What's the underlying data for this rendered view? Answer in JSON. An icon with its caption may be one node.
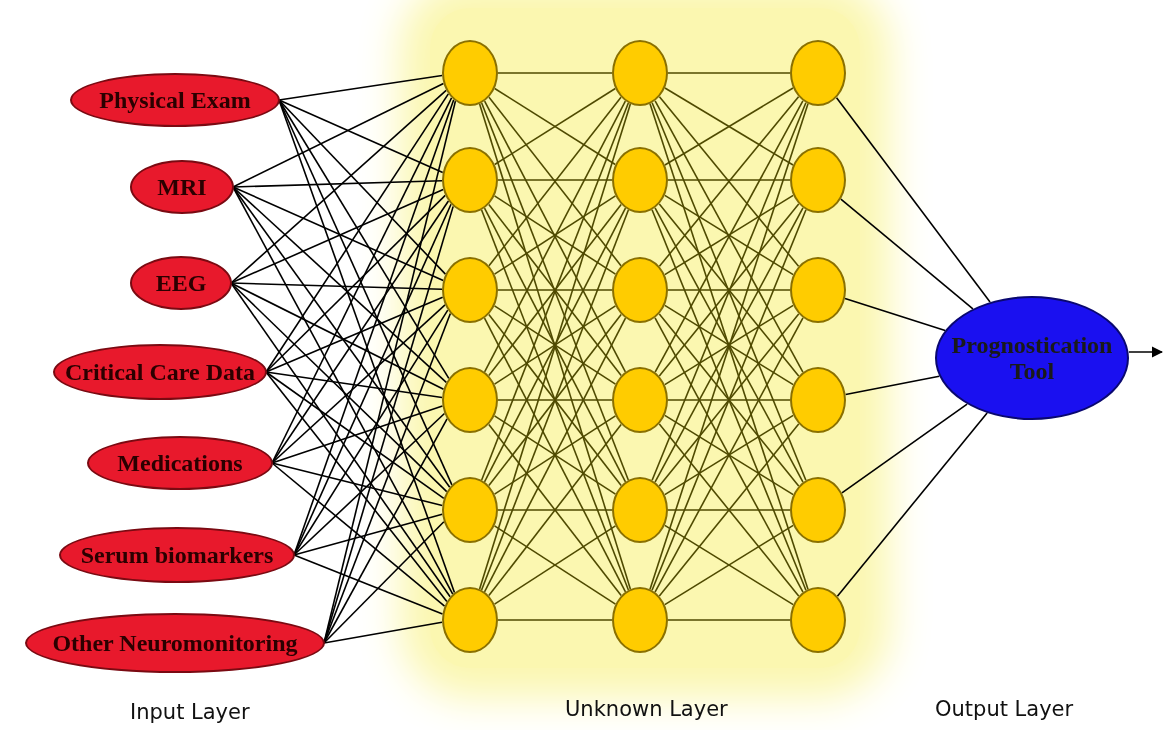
{
  "diagram": {
    "nodes": [
      {
        "text": [
          "Physical Exam"
        ]
      },
      {
        "text": [
          "MRI"
        ]
      },
      {
        "text": [
          "EEG"
        ]
      },
      {
        "text": [
          "Critical Care Data"
        ]
      },
      {
        "text": [
          "Medications"
        ]
      },
      {
        "text": [
          "Serum biomarkers"
        ]
      },
      {
        "text": [
          "Other Neuromonitoring"
        ]
      },
      {
        "text": [],
        "shape": "circle"
      },
      {
        "text": [],
        "shape": "circle"
      },
      {
        "text": [],
        "shape": "circle"
      },
      {
        "text": [],
        "shape": "circle"
      },
      {
        "text": [],
        "shape": "circle"
      },
      {
        "text": [],
        "shape": "circle"
      },
      {
        "text": [],
        "shape": "circle"
      },
      {
        "text": [],
        "shape": "circle"
      },
      {
        "text": [],
        "shape": "circle"
      },
      {
        "text": [],
        "shape": "circle"
      },
      {
        "text": [],
        "shape": "circle"
      },
      {
        "text": [],
        "shape": "circle"
      },
      {
        "text": [],
        "shape": "circle"
      },
      {
        "text": [],
        "shape": "circle"
      },
      {
        "text": [],
        "shape": "circle"
      },
      {
        "text": [],
        "shape": "circle"
      },
      {
        "text": [],
        "shape": "circle"
      },
      {
        "text": [],
        "shape": "circle"
      },
      {
        "text": [
          "Prognostication Tool"
        ]
      }
    ],
    "edges": [
      {
        "from": 0,
        "to": 7,
        "arrow": "none",
        "color": "#000000"
      },
      {
        "from": 0,
        "to": 8,
        "arrow": "none",
        "color": "#000000"
      },
      {
        "from": 0,
        "to": 9,
        "arrow": "none",
        "color": "#000000"
      },
      {
        "from": 0,
        "to": 10,
        "arrow": "none",
        "color": "#000000"
      },
      {
        "from": 0,
        "to": 11,
        "arrow": "none",
        "color": "#000000"
      },
      {
        "from": 0,
        "to": 12,
        "arrow": "none",
        "color": "#000000"
      },
      {
        "from": 1,
        "to": 7,
        "arrow": "none",
        "color": "#000000"
      },
      {
        "from": 1,
        "to": 8,
        "arrow": "none",
        "color": "#000000"
      },
      {
        "from": 1,
        "to": 9,
        "arrow": "none",
        "color": "#000000"
      },
      {
        "from": 1,
        "to": 10,
        "arrow": "none",
        "color": "#000000"
      },
      {
        "from": 1,
        "to": 11,
        "arrow": "none",
        "color": "#000000"
      },
      {
        "from": 1,
        "to": 12,
        "arrow": "none",
        "color": "#000000"
      },
      {
        "from": 2,
        "to": 7,
        "arrow": "none",
        "color": "#000000"
      },
      {
        "from": 2,
        "to": 8,
        "arrow": "none",
        "color": "#000000"
      },
      {
        "from": 2,
        "to": 9,
        "arrow": "none",
        "color": "#000000"
      },
      {
        "from": 2,
        "to": 10,
        "arrow": "none",
        "color": "#000000"
      },
      {
        "from": 2,
        "to": 11,
        "arrow": "none",
        "color": "#000000"
      },
      {
        "from": 2,
        "to": 12,
        "arrow": "none",
        "color": "#000000"
      },
      {
        "from": 3,
        "to": 7,
        "arrow": "none",
        "color": "#000000"
      },
      {
        "from": 3,
        "to": 8,
        "arrow": "none",
        "color": "#000000"
      },
      {
        "from": 3,
        "to": 9,
        "arrow": "none",
        "color": "#000000"
      },
      {
        "from": 3,
        "to": 10,
        "arrow": "none",
        "color": "#000000"
      },
      {
        "from": 3,
        "to": 11,
        "arrow": "none",
        "color": "#000000"
      },
      {
        "from": 3,
        "to": 12,
        "arrow": "none",
        "color": "#000000"
      },
      {
        "from": 4,
        "to": 7,
        "arrow": "none",
        "color": "#000000"
      },
      {
        "from": 4,
        "to": 8,
        "arrow": "none",
        "color": "#000000"
      },
      {
        "from": 4,
        "to": 9,
        "arrow": "none",
        "color": "#000000"
      },
      {
        "from": 4,
        "to": 10,
        "arrow": "none",
        "color": "#000000"
      },
      {
        "from": 4,
        "to": 11,
        "arrow": "none",
        "color": "#000000"
      },
      {
        "from": 4,
        "to": 12,
        "arrow": "none",
        "color": "#000000"
      },
      {
        "from": 5,
        "to": 7,
        "arrow": "none",
        "color": "#000000"
      },
      {
        "from": 5,
        "to": 8,
        "arrow": "none",
        "color": "#000000"
      },
      {
        "from": 5,
        "to": 9,
        "arrow": "none",
        "color": "#000000"
      },
      {
        "from": 5,
        "to": 10,
        "arrow": "none",
        "color": "#000000"
      },
      {
        "from": 5,
        "to": 11,
        "arrow": "none",
        "color": "#000000"
      },
      {
        "from": 5,
        "to": 12,
        "arrow": "none",
        "color": "#000000"
      },
      {
        "from": 6,
        "to": 7,
        "arrow": "none",
        "color": "#000000"
      },
      {
        "from": 6,
        "to": 8,
        "arrow": "none",
        "color": "#000000"
      },
      {
        "from": 6,
        "to": 9,
        "arrow": "none",
        "color": "#000000"
      },
      {
        "from": 6,
        "to": 10,
        "arrow": "none",
        "color": "#000000"
      },
      {
        "from": 6,
        "to": 11,
        "arrow": "none",
        "color": "#000000"
      },
      {
        "from": 6,
        "to": 12,
        "arrow": "none",
        "color": "#000000"
      },
      {
        "from": 7,
        "to": 13,
        "arrow": "none"
      },
      {
        "from": 7,
        "to": 14,
        "arrow": "none"
      },
      {
        "from": 7,
        "to": 15,
        "arrow": "none"
      },
      {
        "from": 7,
        "to": 16,
        "arrow": "none"
      },
      {
        "from": 7,
        "to": 17,
        "arrow": "none"
      },
      {
        "from": 7,
        "to": 18,
        "arrow": "none"
      },
      {
        "from": 8,
        "to": 13,
        "arrow": "none"
      },
      {
        "from": 8,
        "to": 14,
        "arrow": "none"
      },
      {
        "from": 8,
        "to": 15,
        "arrow": "none"
      },
      {
        "from": 8,
        "to": 16,
        "arrow": "none"
      },
      {
        "from": 8,
        "to": 17,
        "arrow": "none"
      },
      {
        "from": 8,
        "to": 18,
        "arrow": "none"
      },
      {
        "from": 9,
        "to": 13,
        "arrow": "none"
      },
      {
        "from": 9,
        "to": 14,
        "arrow": "none"
      },
      {
        "from": 9,
        "to": 15,
        "arrow": "none"
      },
      {
        "from": 9,
        "to": 16,
        "arrow": "none"
      },
      {
        "from": 9,
        "to": 17,
        "arrow": "none"
      },
      {
        "from": 9,
        "to": 18,
        "arrow": "none"
      },
      {
        "from": 10,
        "to": 13,
        "arrow": "none"
      },
      {
        "from": 10,
        "to": 14,
        "arrow": "none"
      },
      {
        "from": 10,
        "to": 15,
        "arrow": "none"
      },
      {
        "from": 10,
        "to": 16,
        "arrow": "none"
      },
      {
        "from": 10,
        "to": 17,
        "arrow": "none"
      },
      {
        "from": 10,
        "to": 18,
        "arrow": "none"
      },
      {
        "from": 11,
        "to": 13,
        "arrow": "none"
      },
      {
        "from": 11,
        "to": 14,
        "arrow": "none"
      },
      {
        "from": 11,
        "to": 15,
        "arrow": "none"
      },
      {
        "from": 11,
        "to": 16,
        "arrow": "none"
      },
      {
        "from": 11,
        "to": 17,
        "arrow": "none"
      },
      {
        "from": 11,
        "to": 18,
        "arrow": "none"
      },
      {
        "from": 12,
        "to": 13,
        "arrow": "none"
      },
      {
        "from": 12,
        "to": 14,
        "arrow": "none"
      },
      {
        "from": 12,
        "to": 15,
        "arrow": "none"
      },
      {
        "from": 12,
        "to": 16,
        "arrow": "none"
      },
      {
        "from": 12,
        "to": 17,
        "arrow": "none"
      },
      {
        "from": 12,
        "to": 18,
        "arrow": "none"
      },
      {
        "from": 13,
        "to": 19,
        "arrow": "none"
      },
      {
        "from": 13,
        "to": 20,
        "arrow": "none"
      },
      {
        "from": 13,
        "to": 21,
        "arrow": "none"
      },
      {
        "from": 13,
        "to": 22,
        "arrow": "none"
      },
      {
        "from": 13,
        "to": 23,
        "arrow": "none"
      },
      {
        "from": 13,
        "to": 24,
        "arrow": "none"
      },
      {
        "from": 14,
        "to": 19,
        "arrow": "none"
      },
      {
        "from": 14,
        "to": 20,
        "arrow": "none"
      },
      {
        "from": 14,
        "to": 21,
        "arrow": "none"
      },
      {
        "from": 14,
        "to": 22,
        "arrow": "none"
      },
      {
        "from": 14,
        "to": 23,
        "arrow": "none"
      },
      {
        "from": 14,
        "to": 24,
        "arrow": "none"
      },
      {
        "from": 15,
        "to": 19,
        "arrow": "none"
      },
      {
        "from": 15,
        "to": 20,
        "arrow": "none"
      },
      {
        "from": 15,
        "to": 21,
        "arrow": "none"
      },
      {
        "from": 15,
        "to": 22,
        "arrow": "none"
      },
      {
        "from": 15,
        "to": 23,
        "arrow": "none"
      },
      {
        "from": 15,
        "to": 24,
        "arrow": "none"
      },
      {
        "from": 16,
        "to": 19,
        "arrow": "none"
      },
      {
        "from": 16,
        "to": 20,
        "arrow": "none"
      },
      {
        "from": 16,
        "to": 21,
        "arrow": "none"
      },
      {
        "from": 16,
        "to": 22,
        "arrow": "none"
      },
      {
        "from": 16,
        "to": 23,
        "arrow": "none"
      },
      {
        "from": 16,
        "to": 24,
        "arrow": "none"
      },
      {
        "from": 17,
        "to": 19,
        "arrow": "none"
      },
      {
        "from": 17,
        "to": 20,
        "arrow": "none"
      },
      {
        "from": 17,
        "to": 21,
        "arrow": "none"
      },
      {
        "from": 17,
        "to": 22,
        "arrow": "none"
      },
      {
        "from": 17,
        "to": 23,
        "arrow": "none"
      },
      {
        "from": 17,
        "to": 24,
        "arrow": "none"
      },
      {
        "from": 18,
        "to": 19,
        "arrow": "none"
      },
      {
        "from": 18,
        "to": 20,
        "arrow": "none"
      },
      {
        "from": 18,
        "to": 21,
        "arrow": "none"
      },
      {
        "from": 18,
        "to": 22,
        "arrow": "none"
      },
      {
        "from": 18,
        "to": 23,
        "arrow": "none"
      },
      {
        "from": 18,
        "to": 24,
        "arrow": "none"
      },
      {
        "from": 19,
        "to": 25,
        "arrow": "none",
        "color": "#000000"
      },
      {
        "from": 20,
        "to": 25,
        "arrow": "none",
        "color": "#000000"
      },
      {
        "from": 21,
        "to": 25,
        "arrow": "none",
        "color": "#000000"
      },
      {
        "from": 22,
        "to": 25,
        "arrow": "none",
        "color": "#000000"
      },
      {
        "from": 23,
        "to": 25,
        "arrow": "none",
        "color": "#000000"
      },
      {
        "from": 24,
        "to": 25,
        "arrow": "none",
        "color": "#000000"
      },
      {
        "from": 25,
        "to": null,
        "arrow": "to",
        "color": "#000000"
      }
    ],
    "labels": [
      "Input Layer",
      "Unknown Layer",
      "Output Layer"
    ]
  }
}
